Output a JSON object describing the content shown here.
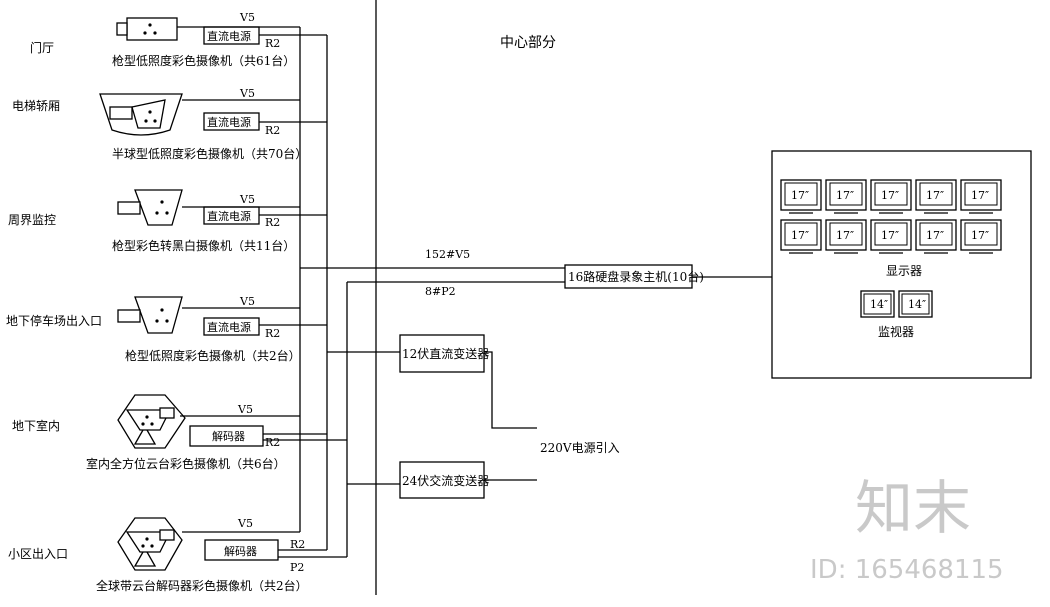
{
  "title": "中心部分",
  "zones": [
    {
      "area": "门厅",
      "camera": "枪型低照度彩色摄像机（共61台）",
      "psu": "直流电源"
    },
    {
      "area": "电梯轿厢",
      "camera": "半球型低照度彩色摄像机（共70台）",
      "psu": "直流电源"
    },
    {
      "area": "周界监控",
      "camera": "枪型彩色转黑白摄像机（共11台）",
      "psu": "直流电源"
    },
    {
      "area": "地下停车场出入口",
      "camera": "枪型低照度彩色摄像机（共2台）",
      "psu": "直流电源"
    },
    {
      "area": "地下室内",
      "camera": "室内全方位云台彩色摄像机（共6台）",
      "psu": "解码器"
    },
    {
      "area": "小区出入口",
      "camera": "全球带云台解码器彩色摄像机（共2台）",
      "psu": "解码器"
    }
  ],
  "cable_labels": {
    "v5": "V5",
    "r2": "R2",
    "p2": "P2",
    "main_v5": "152#V5",
    "main_p2": "8#P2"
  },
  "equipment": {
    "dvr": "16路硬盘录象主机(10台)",
    "dc_transformer": "12伏直流变送器",
    "ac_transformer": "24伏交流变送器",
    "power_in": "220V电源引入"
  },
  "display": {
    "label": "显示器",
    "monitor_label": "监视器",
    "screen_size": "17″",
    "monitor_size": "14″",
    "screens": [
      "17″",
      "17″",
      "17″",
      "17″",
      "17″",
      "17″",
      "17″",
      "17″",
      "17″",
      "17″"
    ],
    "monitors": [
      "14″",
      "14″"
    ]
  },
  "watermark": {
    "text": "知末",
    "id": "ID: 165468115"
  }
}
